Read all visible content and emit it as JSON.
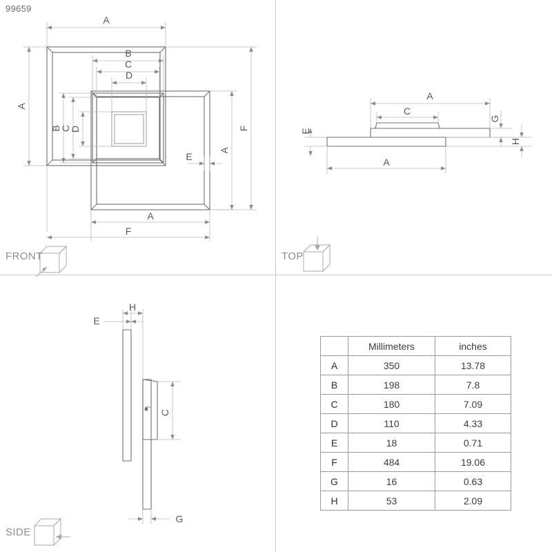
{
  "part_number": "99659",
  "views": [
    {
      "id": "front",
      "label": "FRONT",
      "icon": "cube-front-arrow-icon"
    },
    {
      "id": "top",
      "label": "TOP",
      "icon": "cube-top-arrow-icon"
    },
    {
      "id": "side",
      "label": "SIDE",
      "icon": "cube-side-arrow-icon"
    }
  ],
  "front_view": {
    "dimension_labels": [
      "A",
      "B",
      "C",
      "D",
      "A",
      "B",
      "C",
      "D",
      "E",
      "A",
      "A",
      "F",
      "F"
    ],
    "top_A": "A",
    "top_B": "B",
    "top_C": "C",
    "top_D": "D",
    "left_A": "A",
    "left_B": "B",
    "left_C": "C",
    "left_D": "D",
    "thickness_E": "E",
    "right_A": "A",
    "right_F": "F",
    "bottom_A": "A",
    "bottom_F": "F"
  },
  "top_view": {
    "upper_A": "A",
    "upper_C": "C",
    "left_E": "E",
    "right_G": "G",
    "right_H": "H",
    "lower_A": "A"
  },
  "side_view": {
    "top_E": "E",
    "top_H": "H",
    "right_C": "C",
    "bottom_G": "G"
  },
  "table": {
    "headers": [
      "",
      "Millimeters",
      "inches"
    ],
    "rows": [
      {
        "key": "A",
        "mm": "350",
        "in": "13.78"
      },
      {
        "key": "B",
        "mm": "198",
        "in": "7.8"
      },
      {
        "key": "C",
        "mm": "180",
        "in": "7.09"
      },
      {
        "key": "D",
        "mm": "110",
        "in": "4.33"
      },
      {
        "key": "E",
        "mm": "18",
        "in": "0.71"
      },
      {
        "key": "F",
        "mm": "484",
        "in": "19.06"
      },
      {
        "key": "G",
        "mm": "16",
        "in": "0.63"
      },
      {
        "key": "H",
        "mm": "53",
        "in": "2.09"
      }
    ]
  },
  "colors": {
    "line": "#808082",
    "thin_line": "#b9b9bb",
    "frame": "#6d6d6f",
    "text": "#58585a",
    "divider": "#c8c8ca"
  }
}
